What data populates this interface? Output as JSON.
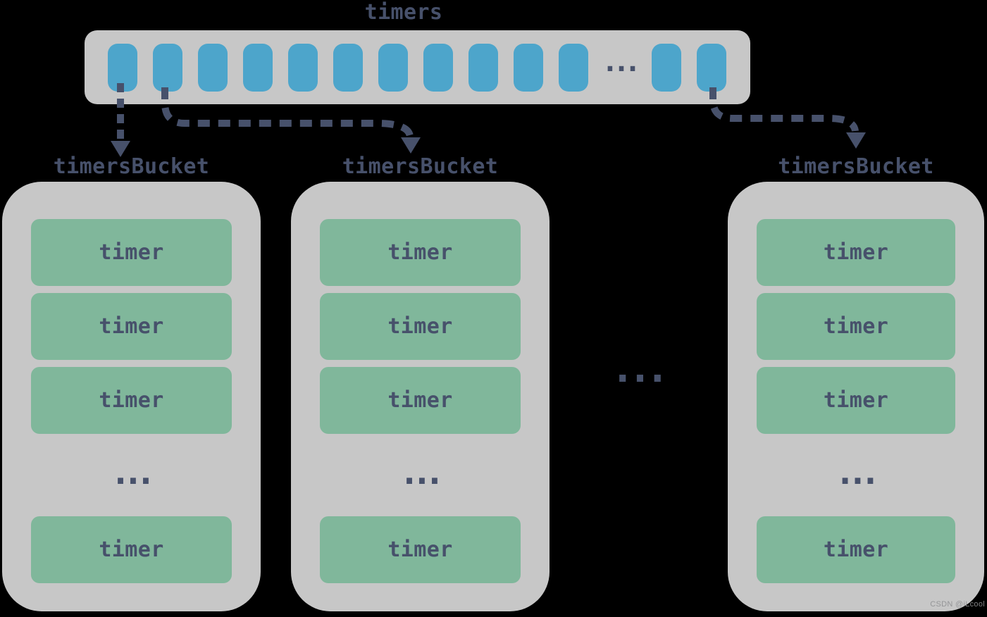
{
  "array": {
    "label": "timers",
    "ellipsis": "...",
    "slots_before_ellipsis": 11,
    "slots_after_ellipsis": 2
  },
  "buckets": [
    {
      "label": "timersBucket",
      "timers": [
        "timer",
        "timer",
        "timer"
      ],
      "ellipsis": "...",
      "last_timer": "timer"
    },
    {
      "label": "timersBucket",
      "timers": [
        "timer",
        "timer",
        "timer"
      ],
      "ellipsis": "...",
      "last_timer": "timer"
    },
    {
      "label": "timersBucket",
      "timers": [
        "timer",
        "timer",
        "timer"
      ],
      "ellipsis": "...",
      "last_timer": "timer"
    }
  ],
  "between_buckets_ellipsis": "...",
  "watermark": "CSDN @iLcool",
  "colors": {
    "background": "#000000",
    "container_gray": "#C7C7C7",
    "slot_blue": "#4DA5CB",
    "timer_green": "#80B79B",
    "ink": "#47516B",
    "watermark_gray": "#8F9092"
  }
}
